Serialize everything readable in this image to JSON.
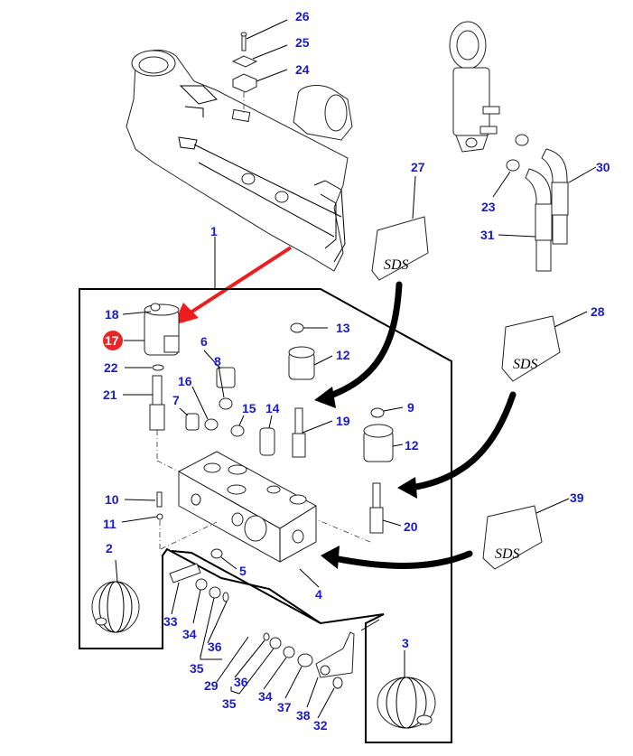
{
  "title": "Front axle suspension valve block exploded parts diagram",
  "highlighted_part": "17",
  "colors": {
    "label": "#1a1ad0",
    "highlight": "#e8262a",
    "pointer_arrow": "#ee1c1c",
    "line": "#000000"
  },
  "labels": {
    "p1": "1",
    "p2": "2",
    "p3": "3",
    "p4": "4",
    "p5": "5",
    "p6": "6",
    "p7": "7",
    "p8": "8",
    "p9": "9",
    "p10": "10",
    "p11": "11",
    "p12a": "12",
    "p12b": "12",
    "p13": "13",
    "p14": "14",
    "p15": "15",
    "p16": "16",
    "p17": "17",
    "p18": "18",
    "p19": "19",
    "p20": "20",
    "p21": "21",
    "p22": "22",
    "p23": "23",
    "p24": "24",
    "p25": "25",
    "p26": "26",
    "p27": "27",
    "p28": "28",
    "p29": "29",
    "p30": "30",
    "p31": "31",
    "p32": "32",
    "p33": "33",
    "p34a": "34",
    "p34b": "34",
    "p35a": "35",
    "p35b": "35",
    "p36a": "36",
    "p36b": "36",
    "p37": "37",
    "p38": "38",
    "p39": "39"
  },
  "kit_text": "SDS"
}
